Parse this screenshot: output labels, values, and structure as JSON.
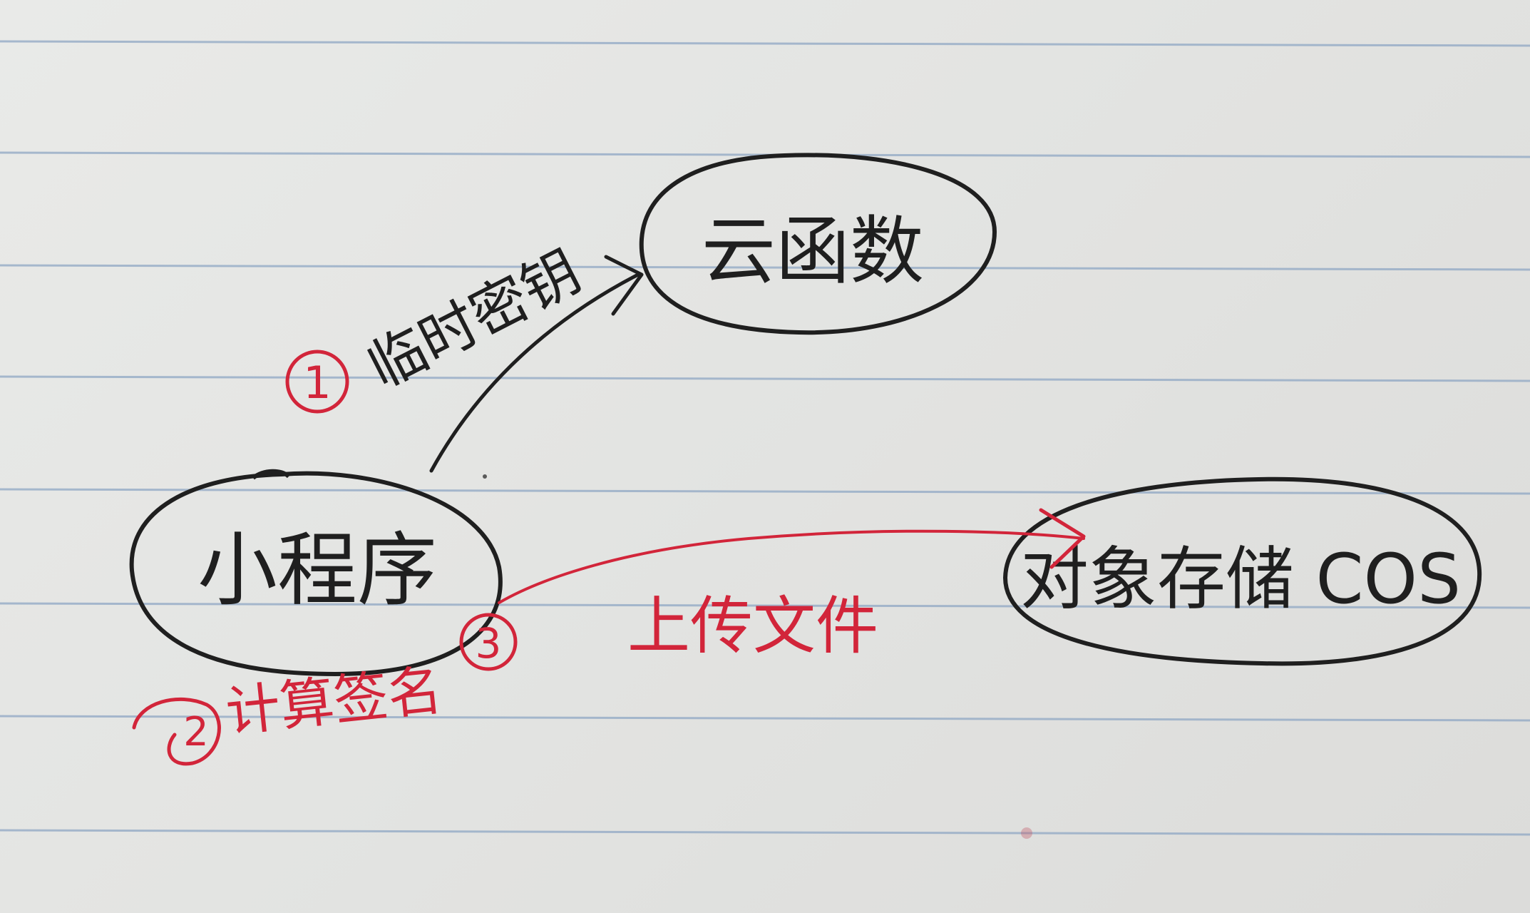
{
  "nodes": {
    "mini_program": "小程序",
    "cloud_function": "云函数",
    "object_storage": "对象存储 COS"
  },
  "steps": {
    "step1": {
      "number": "1",
      "label": "临时密钥"
    },
    "step2": {
      "number": "2",
      "label": "计算签名"
    },
    "step3": {
      "number": "3",
      "label": "上传文件"
    }
  },
  "colors": {
    "ink": "#1f1f1f",
    "red_ink": "#d2253a",
    "paper_line": "#8fa7c4"
  }
}
